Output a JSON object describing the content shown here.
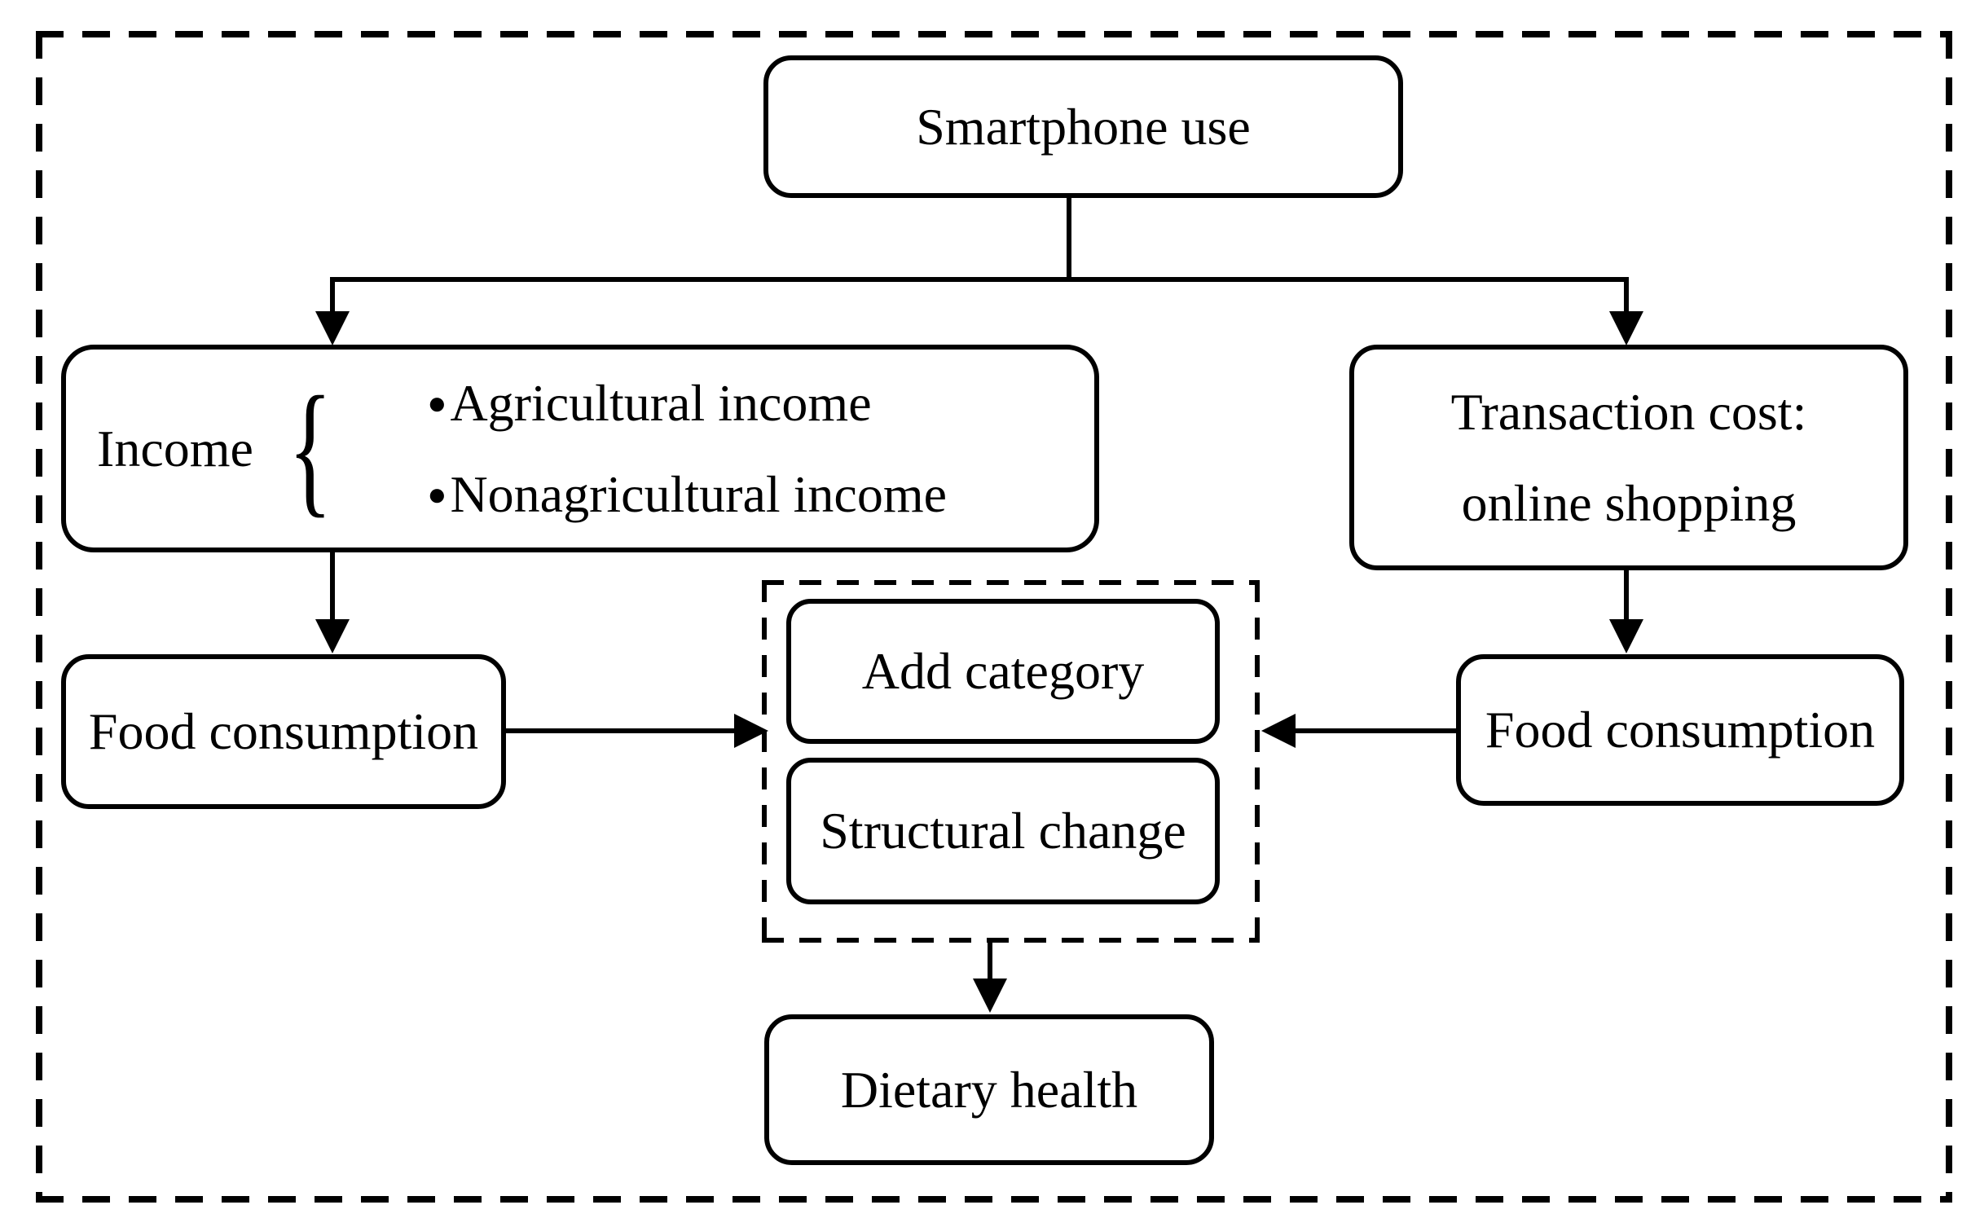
{
  "diagram": {
    "description": "Conceptual framework flow diagram linking smartphone use to dietary health",
    "nodes": {
      "smartphone": {
        "label": "Smartphone use"
      },
      "income": {
        "label": "Income",
        "items": [
          "Agricultural income",
          "Nonagricultural income"
        ]
      },
      "transaction": {
        "lines": [
          "Transaction cost:",
          "online shopping"
        ]
      },
      "food_left": {
        "label": "Food consumption"
      },
      "add_category": {
        "label": "Add category"
      },
      "structural_change": {
        "label": "Structural change"
      },
      "food_right": {
        "label": "Food consumption"
      },
      "dietary": {
        "label": "Dietary health"
      }
    },
    "glyphs": {
      "bullet": "●",
      "brace": "{"
    },
    "colors": {
      "ink": "#000000",
      "background": "#ffffff"
    },
    "edges": [
      {
        "from": "smartphone-use",
        "to": "income"
      },
      {
        "from": "smartphone-use",
        "to": "transaction-cost-online-shopping"
      },
      {
        "from": "income",
        "to": "food-consumption-left"
      },
      {
        "from": "transaction-cost-online-shopping",
        "to": "food-consumption-right"
      },
      {
        "from": "food-consumption-left",
        "to": "add-category-structural-change-group"
      },
      {
        "from": "food-consumption-right",
        "to": "add-category-structural-change-group"
      },
      {
        "from": "add-category-structural-change-group",
        "to": "dietary-health"
      }
    ]
  }
}
